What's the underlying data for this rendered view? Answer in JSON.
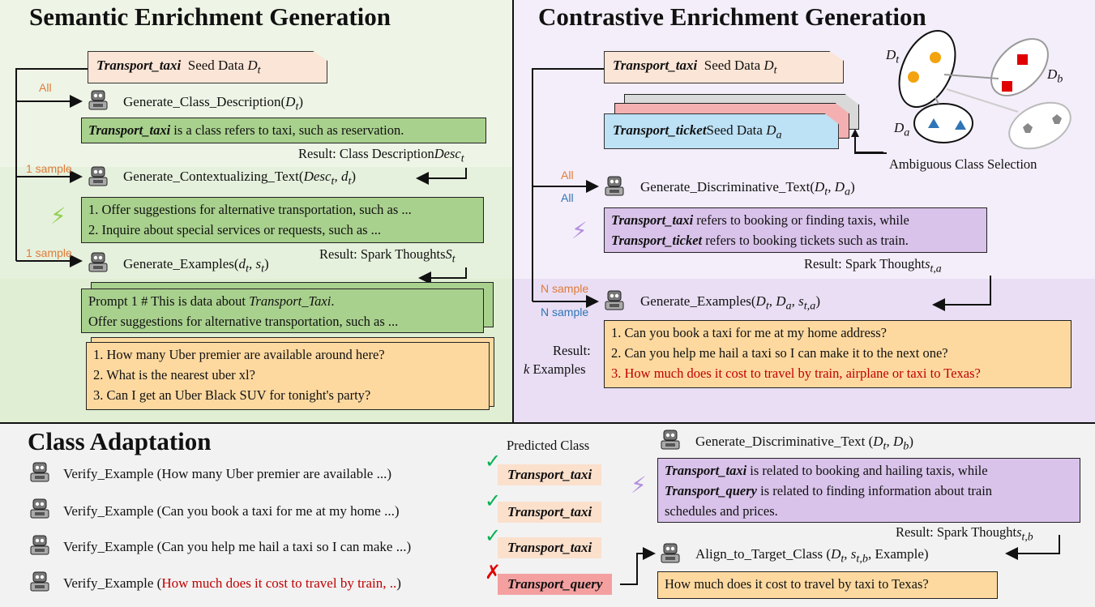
{
  "semantic": {
    "title": "Semantic Enrichment Generation",
    "seed_class": "Transport_taxi",
    "seed_text": "Seed Data ",
    "seed_var": "D",
    "seed_sub": "t",
    "label_all": "All",
    "label_1sample_a": "1 sample",
    "label_1sample_b": "1 sample",
    "fn_desc": "Generate_Class_Description(",
    "fn_desc_end": ")",
    "desc_class": "Transport_taxi",
    "desc_text": " is a class refers to taxi, such as reservation.",
    "result_desc": "Result: Class Description",
    "fn_context": "Generate_Contextualizing_Text(",
    "context_line1": "1. Offer suggestions for alternative transportation, such as ...",
    "context_line2": "2. Inquire about special services or requests, such as ...",
    "fn_examples": "Generate_Examples(",
    "result_spark": "Result: Spark Thoughts",
    "prompt_line1a": "Prompt 1 # This is data about ",
    "prompt_line1b": "Transport_Taxi",
    "prompt_line1c": ".",
    "prompt_line2": "Offer suggestions for alternative transportation, such as ...",
    "ex_line1": "1. How many Uber premier are available around here?",
    "ex_line2": "2. What is the nearest uber xl?",
    "ex_line3": "3. Can I get an Uber Black SUV for tonight's party?"
  },
  "contrastive": {
    "title": "Contrastive Enrichment Generation",
    "seed_class": "Transport_taxi",
    "seed_text": "Seed Data ",
    "ticket_class": "Transport_ticket",
    "ticket_text": "Seed Data ",
    "ambiguous": "Ambiguous Class Selection",
    "label_all_orange": "All",
    "label_all_blue": "All",
    "fn_disc": "Generate_Discriminative_Text(",
    "disc_class1": "Transport_taxi",
    "disc_text1": " refers to booking or finding taxis, while",
    "disc_class2": "Transport_ticket",
    "disc_text2": " refers to booking tickets such as train.",
    "result_spark": "Result: Spark Thought",
    "label_nsample_orange": "N sample",
    "label_nsample_blue": "N sample",
    "fn_examples": "Generate_Examples(",
    "result_label1": "Result:",
    "result_label2": "Examples",
    "result_k": "k",
    "ex_line1": "1. Can you book a taxi for me at my home address?",
    "ex_line2": "2. Can you help me hail a taxi so I can make it to the next one?",
    "ex_line3": "3. How much does it cost to travel by train, airplane or taxi to Texas?",
    "cluster_labels": {
      "t": "D",
      "b": "D",
      "a": "D"
    }
  },
  "adaptation": {
    "title": "Class Adaptation",
    "predicted_label": "Predicted Class",
    "verify_prefix": "Verify_Example (",
    "verify1": "How many Uber premier are available ...)",
    "verify2": "Can you book a taxi for me at my home ...)",
    "verify3": "Can you help me hail a taxi so I can make ...)",
    "verify4_red": "How much does it cost to travel by train, ..",
    "verify4_end": ")",
    "pred1": "Transport_taxi",
    "pred2": "Transport_taxi",
    "pred3": "Transport_taxi",
    "pred4": "Transport_query",
    "fn_disc": "Generate_Discriminative_Text (",
    "disc_class1": "Transport_taxi",
    "disc_text1": " is related to booking and hailing taxis, while",
    "disc_class2": "Transport_query",
    "disc_text2": " is related to finding information about train",
    "disc_text3": "schedules and prices.",
    "result_spark": "Result: Spark Thought",
    "fn_align": "Align_to_Target_Class (",
    "align_end": ", Example)",
    "final_example": "How much does it cost to travel by taxi to Texas?"
  },
  "colors": {
    "green_bg": "#eef5e6",
    "green_mid": "#e2efd7",
    "purple_bg": "#f1eaf8",
    "purple_mid": "#e4d7f1",
    "adapt_bg": "#f2f2f2",
    "orange_label": "#e07b39",
    "blue_label": "#2e75b6",
    "red_text": "#c00000"
  }
}
